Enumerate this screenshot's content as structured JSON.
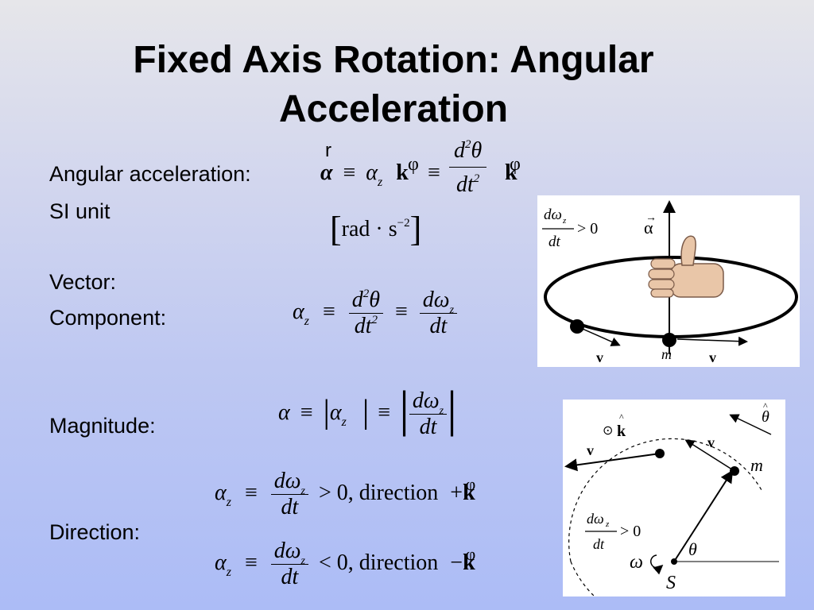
{
  "title": {
    "line1": "Fixed Axis Rotation: Angular",
    "line2": "Acceleration"
  },
  "labels": {
    "angular_acceleration": "Angular acceleration:",
    "si_unit": "SI unit",
    "vector": "Vector:",
    "component": "Component:",
    "magnitude": "Magnitude:",
    "direction": "Direction:"
  },
  "equations": {
    "vector_def": {
      "alpha": "α",
      "equiv": "≡",
      "alpha_z": "α",
      "z": "z",
      "khat": "k",
      "d2theta": "d",
      "two": "2",
      "theta": "θ",
      "dt2": "dt",
      "r_mark": "r",
      "phi_mark": "φ"
    },
    "si_unit": "rad · s",
    "si_exp": "−2",
    "component": {
      "alpha": "α",
      "z": "z",
      "num1": "d",
      "theta": "θ",
      "den1": "dt",
      "num2": "dω",
      "den2": "dt"
    },
    "magnitude": {
      "alpha": "α",
      "alpha_z": "α",
      "z": "z",
      "num": "dω",
      "den": "dt"
    },
    "direction_pos": {
      "alpha": "α",
      "z": "z",
      "num": "dω",
      "den": "dt",
      "cond": "> 0,  direction",
      "sign": "+",
      "k": "k",
      "phi": "φ"
    },
    "direction_neg": {
      "alpha": "α",
      "z": "z",
      "num": "dω",
      "den": "dt",
      "cond": "< 0,  direction",
      "sign": "−",
      "k": "k",
      "phi": "φ"
    }
  },
  "figure1": {
    "cond_num": "dω",
    "cond_sub": "z",
    "cond_den": "dt",
    "cond_rel": "> 0",
    "alpha_vec": "α",
    "v1": "v",
    "m": "m",
    "v2": "v"
  },
  "figure2": {
    "theta_hat": "θ",
    "k_hat": "k",
    "v_left": "v",
    "v_right": "v",
    "m": "m",
    "cond_num": "dω",
    "cond_sub": "z",
    "cond_den": "dt",
    "cond_rel": "> 0",
    "theta": "θ",
    "omega": "ω",
    "s": "S"
  }
}
